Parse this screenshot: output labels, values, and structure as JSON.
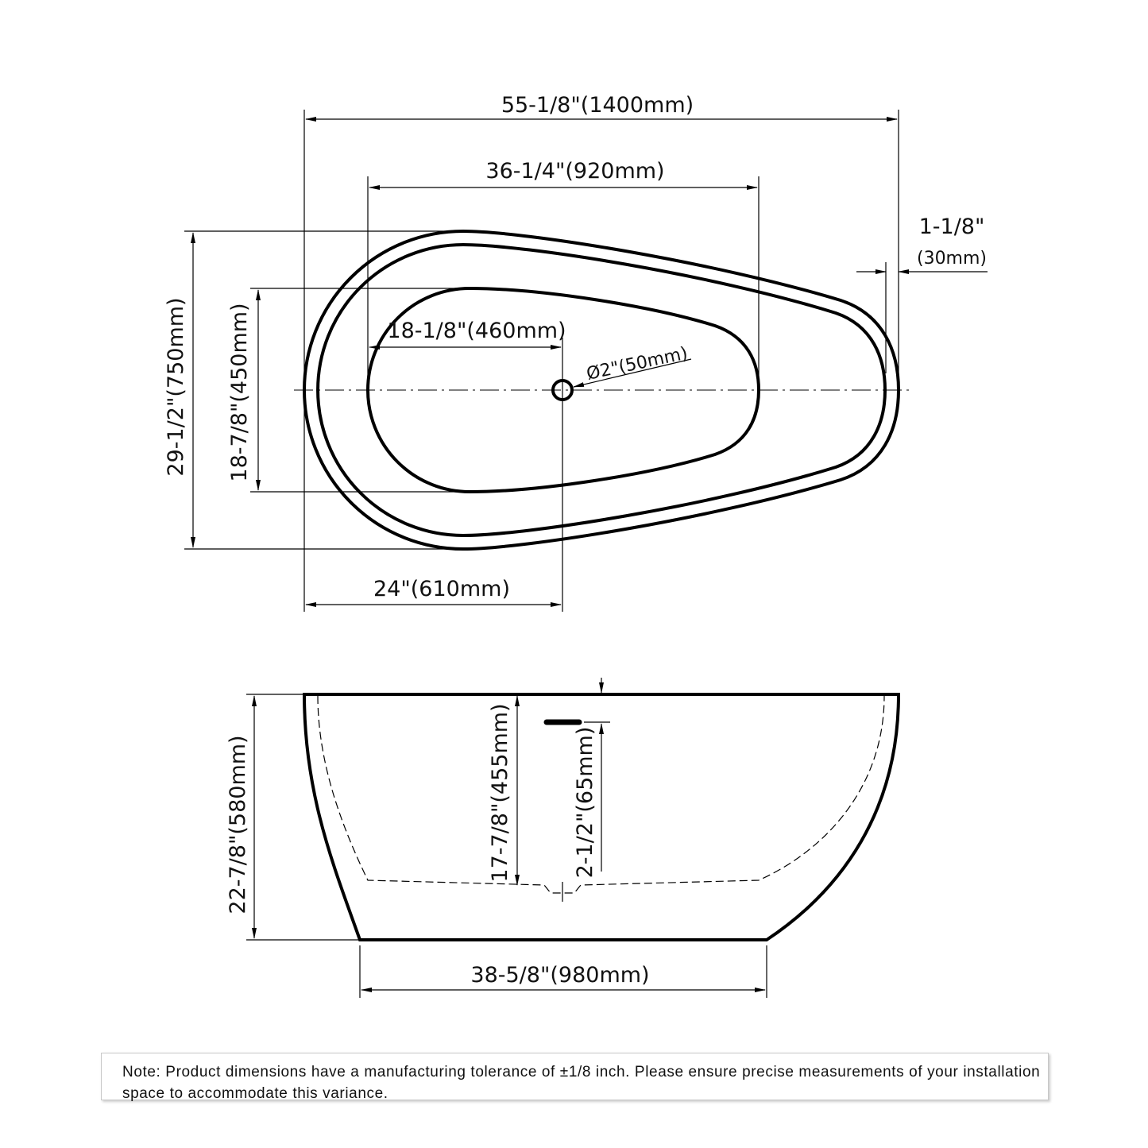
{
  "top_view": {
    "overall_length": "55-1/8\"(1400mm)",
    "basin_length": "36-1/4\"(920mm)",
    "rim_width_in": "1-1/8\"",
    "rim_width_mm": "(30mm)",
    "drain_offset": "18-1/8\"(460mm)",
    "drain_diameter": "Ø2\"(50mm)",
    "overall_width": "29-1/2\"(750mm)",
    "basin_width": "18-7/8\"(450mm)",
    "drain_from_end": "24\"(610mm)"
  },
  "side_view": {
    "overall_height": "22-7/8\"(580mm)",
    "water_depth": "17-7/8\"(455mm)",
    "overflow_depth": "2-1/2\"(65mm)",
    "base_length": "38-5/8\"(980mm)"
  },
  "note": "Note: Product dimensions have a manufacturing tolerance of ±1/8 inch. Please ensure precise measurements of your installation space to accommodate this variance."
}
